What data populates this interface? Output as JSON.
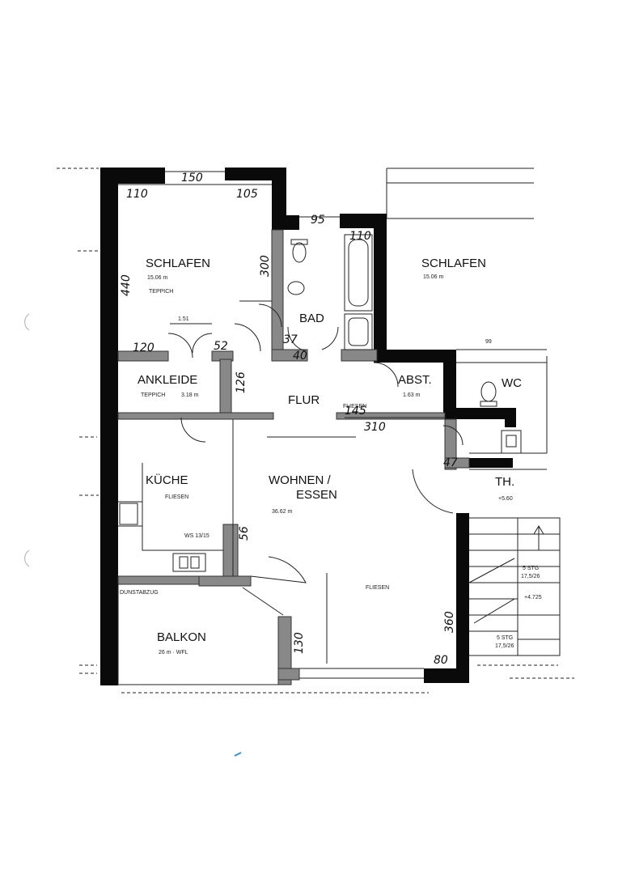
{
  "rooms": {
    "schlafen_left": {
      "name": "SCHLAFEN",
      "area": "15.06 m",
      "floor": "TEPPICH"
    },
    "schlafen_right": {
      "name": "SCHLAFEN",
      "area": "15.06 m"
    },
    "ankleide": {
      "name": "ANKLEIDE",
      "floor": "TEPPICH",
      "area": "3.18 m"
    },
    "bad": {
      "name": "BAD"
    },
    "flur": {
      "name": "FLUR"
    },
    "abst": {
      "name": "ABST.",
      "area": "1.63 m"
    },
    "wc": {
      "name": "WC"
    },
    "kueche": {
      "name": "KÜCHE",
      "floor": "FLIESEN"
    },
    "wohnen": {
      "name": "WOHNEN /",
      "name2": "ESSEN",
      "area": "36.62 m"
    },
    "balkon": {
      "name": "BALKON",
      "area": "26 m · WFL"
    },
    "th": {
      "name": "TH."
    }
  },
  "annotations": {
    "fliesen_living": "FLIESEN",
    "fliesen_flur": "FLIESEN",
    "dunstabzug": "DUNSTABZUG",
    "level_th": "+5.60",
    "stairs_upper": "5 STG",
    "stairs_upper_dim": "17,5/26",
    "level_stairs": "+4.725",
    "stairs_lower": "5 STG",
    "stairs_lower_dim": "17,5/26",
    "ws": "WS 13/15"
  },
  "dimensions": {
    "d150": "150",
    "d105": "105",
    "d95": "95",
    "d110_top": "110",
    "d110_left": "110",
    "d300": "300",
    "d440": "440",
    "d120": "120",
    "d126": "126",
    "d145": "145",
    "d310": "310",
    "d47": "47",
    "d360": "360",
    "d80": "80",
    "d130": "130",
    "d56": "56",
    "d37": "37",
    "d40": "40",
    "d52": "52",
    "d151": "1.51",
    "d99": "99"
  }
}
